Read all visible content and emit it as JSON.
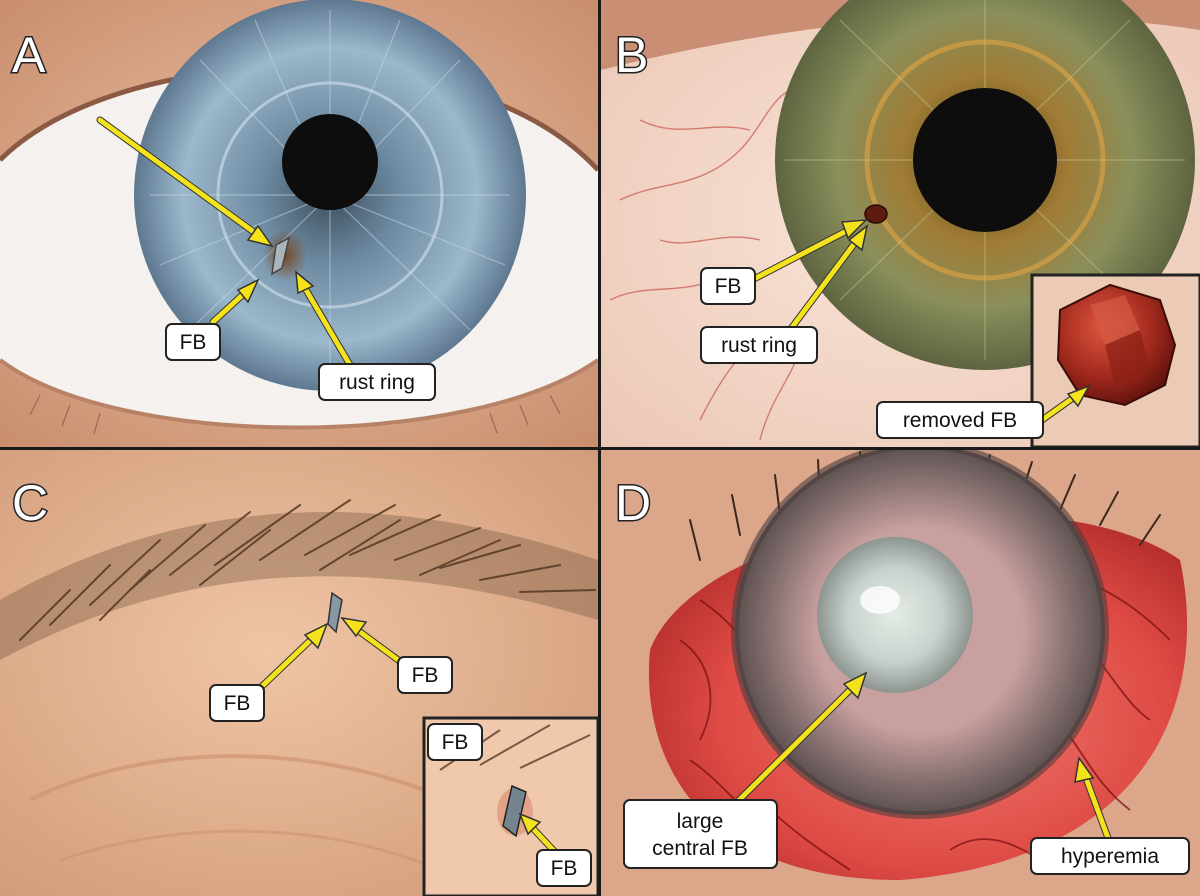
{
  "panels": {
    "a": {
      "letter": "A",
      "labels": {
        "fb": "FB",
        "rust_ring": "rust ring"
      }
    },
    "b": {
      "letter": "B",
      "labels": {
        "fb": "FB",
        "rust_ring": "rust ring",
        "removed_fb": "removed FB"
      }
    },
    "c": {
      "letter": "C",
      "labels": {
        "fb_left": "FB",
        "fb_right": "FB",
        "inset_fb_top": "FB",
        "inset_fb_bottom": "FB"
      }
    },
    "d": {
      "letter": "D",
      "labels": {
        "large_line1": "large",
        "large_line2": "central FB",
        "hyperemia": "hyperemia"
      }
    }
  },
  "colors": {
    "arrow": "#f3e21c",
    "skin": "#e3b89a",
    "iris_a": "#7fa4bf",
    "iris_b": "#7f8a52",
    "hyperemia": "#d94a4a"
  }
}
